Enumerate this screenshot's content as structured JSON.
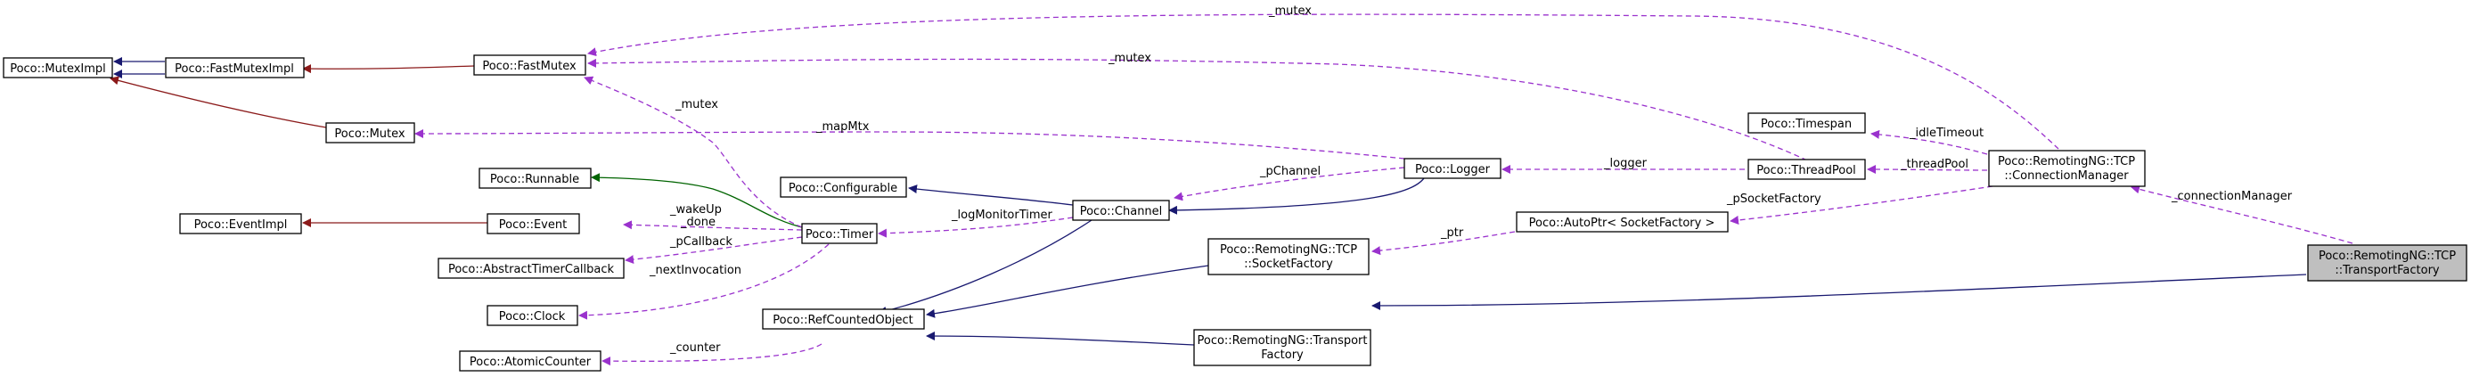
{
  "nodes": {
    "mutex_impl": "Poco::MutexImpl",
    "fast_mutex_impl": "Poco::FastMutexImpl",
    "fast_mutex": "Poco::FastMutex",
    "mutex": "Poco::Mutex",
    "runnable": "Poco::Runnable",
    "event_impl": "Poco::EventImpl",
    "event": "Poco::Event",
    "abstract_timer_callback": "Poco::AbstractTimerCallback",
    "clock": "Poco::Clock",
    "atomic_counter": "Poco::AtomicCounter",
    "configurable": "Poco::Configurable",
    "timer": "Poco::Timer",
    "ref_counted_object": "Poco::RefCountedObject",
    "channel": "Poco::Channel",
    "logger": "Poco::Logger",
    "tcp_socket_factory": [
      "Poco::RemotingNG::TCP",
      "::SocketFactory"
    ],
    "transport_factory": [
      "Poco::RemotingNG::Transport",
      "Factory"
    ],
    "timespan": "Poco::Timespan",
    "thread_pool": "Poco::ThreadPool",
    "auto_ptr": "Poco::AutoPtr< SocketFactory >",
    "connection_manager": [
      "Poco::RemotingNG::TCP",
      "::ConnectionManager"
    ],
    "tcp_transport_factory": [
      "Poco::RemotingNG::TCP",
      "::TransportFactory"
    ]
  },
  "edge_labels": {
    "mutex_top": "_mutex",
    "mutex_mid": "_mutex",
    "mutex_timer": "_mutex",
    "map_mtx": "_mapMtx",
    "p_channel": "_pChannel",
    "log_monitor_timer": "_logMonitorTimer",
    "wake_up_done": [
      "_wakeUp",
      "_done"
    ],
    "p_callback": "_pCallback",
    "next_invocation": "_nextInvocation",
    "counter": "_counter",
    "logger": "_logger",
    "idle_timeout": "_idleTimeout",
    "thread_pool": "_threadPool",
    "p_socket_factory": "_pSocketFactory",
    "ptr": "_ptr",
    "connection_manager": "_connectionManager"
  },
  "colors": {
    "inheritance_public": "#191970",
    "inheritance_private": "#8b1a1a",
    "inheritance_protected": "#006400",
    "usage": "#9a32cd",
    "focus_fill": "#bfbfbf"
  }
}
